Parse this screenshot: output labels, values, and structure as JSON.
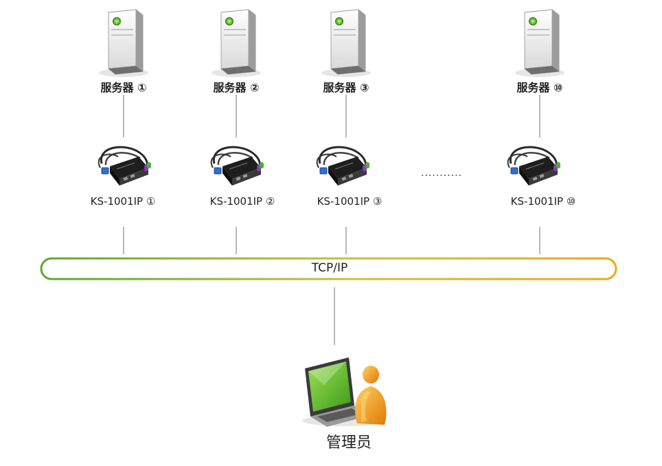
{
  "servers": [
    {
      "label": "服务器 ①"
    },
    {
      "label": "服务器 ②"
    },
    {
      "label": "服务器 ③"
    },
    {
      "label": "服务器 ⑩"
    }
  ],
  "devices": [
    {
      "label": "KS-1001IP ①"
    },
    {
      "label": "KS-1001IP ②"
    },
    {
      "label": "KS-1001IP ③"
    },
    {
      "label": "KS-1001IP ⑩"
    }
  ],
  "ellipsis": "...........",
  "network": {
    "label": "TCP/IP"
  },
  "admin": {
    "label": "管理员"
  },
  "colors": {
    "connector": "#b8b8b8",
    "bus_left": "#5aa832",
    "bus_right": "#f0a518",
    "screen_green": "#5fbf28",
    "person_orange": "#f5a012"
  },
  "icons": {
    "server": "server-tower-icon",
    "device": "kvm-over-ip-module-icon",
    "admin": "admin-laptop-user-icon"
  }
}
